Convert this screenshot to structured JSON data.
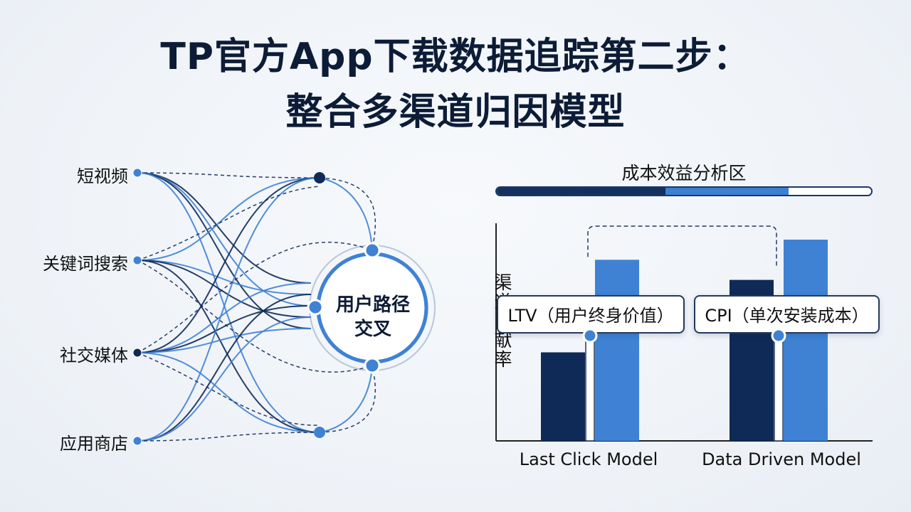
{
  "title": {
    "line1": "TP官方App下载数据追踪第二步：",
    "line2": "整合多渠道归因模型"
  },
  "diagram": {
    "channels": [
      "短视频",
      "关键词搜索",
      "社交媒体",
      "应用商店"
    ],
    "hub_label_line1": "用户路径",
    "hub_label_line2": "交叉"
  },
  "panel": {
    "title": "成本效益分析区",
    "progress_segments": [
      {
        "fraction": 0.45,
        "color": "#14305f"
      },
      {
        "fraction": 0.33,
        "color": "#3d7fd0"
      },
      {
        "fraction": 0.22,
        "color": "#ffffff"
      }
    ],
    "callouts": {
      "ltv": "LTV（用户终身价值）",
      "cpi": "CPI（单次安装成本）"
    }
  },
  "chart_data": {
    "type": "bar",
    "ylabel": "渠道贡献率",
    "categories": [
      "Last Click Model",
      "Data Driven Model"
    ],
    "series": [
      {
        "values": [
          0.44,
          0.8
        ],
        "color": "#0f2a56"
      },
      {
        "values": [
          0.9,
          1.0
        ],
        "color": "#3f82d4"
      }
    ]
  },
  "colors": {
    "dark_navy": "#0f2a56",
    "accent_blue": "#3f82d4"
  }
}
